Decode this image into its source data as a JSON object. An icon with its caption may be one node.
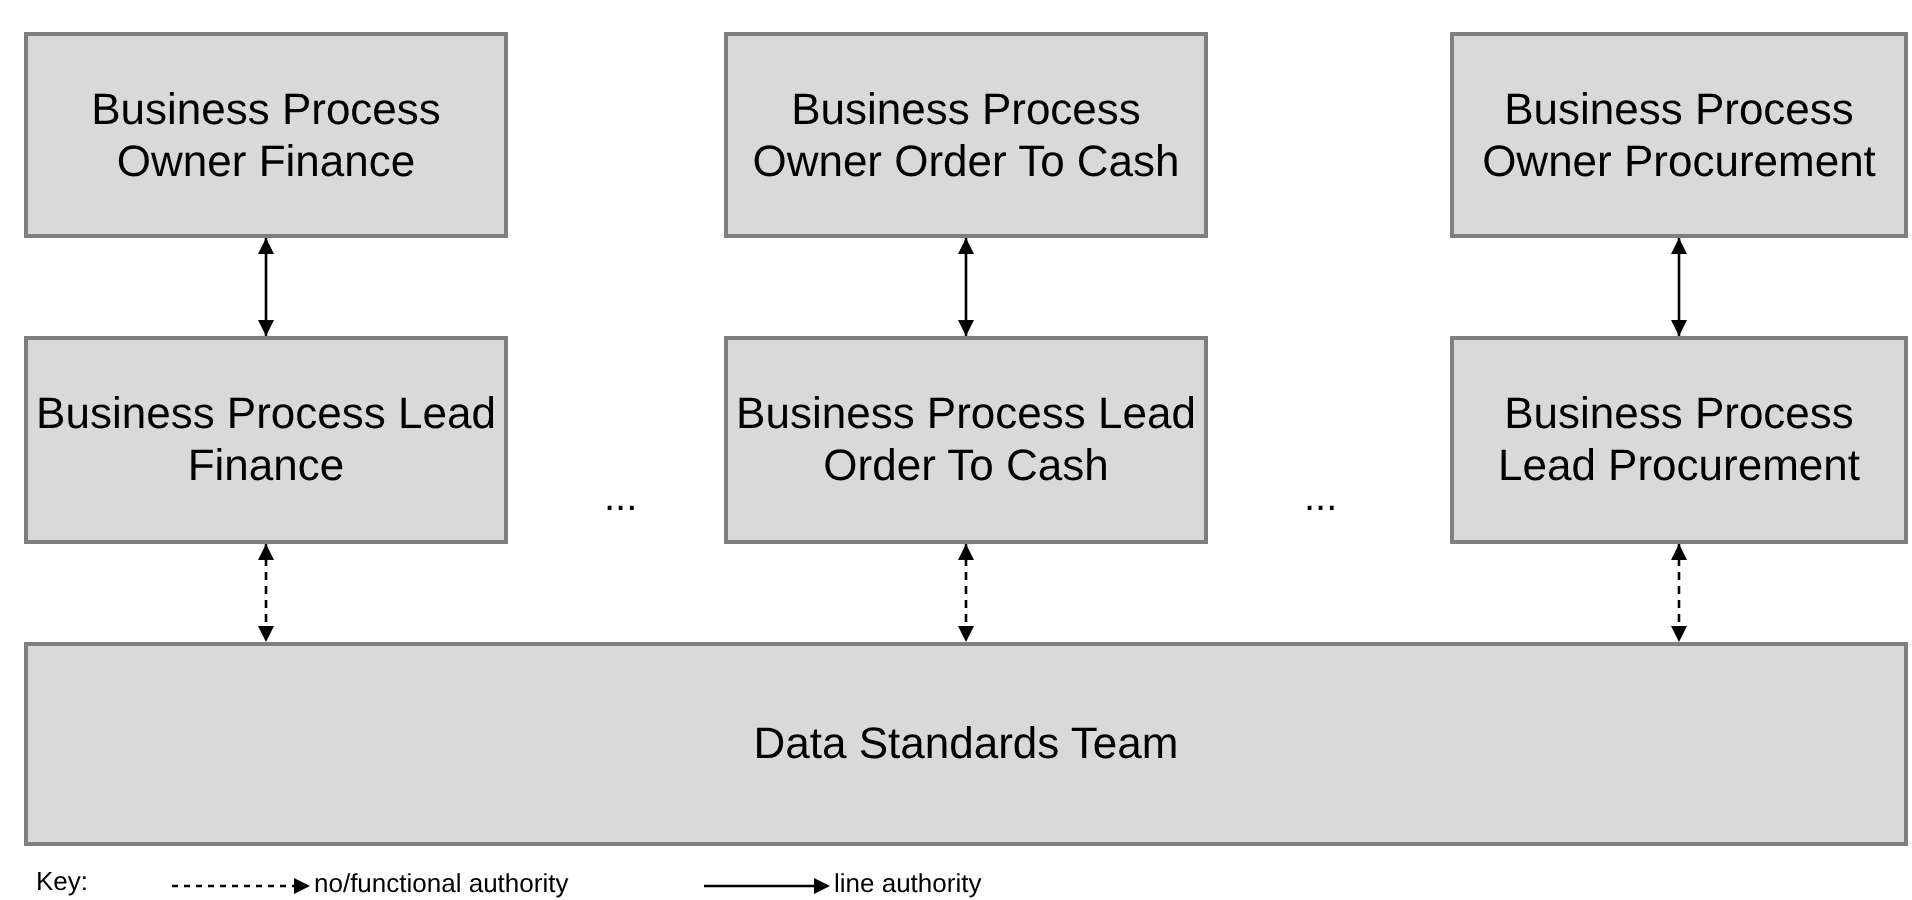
{
  "diagram": {
    "nodes": [
      {
        "text": [
          "Business Process Owner Finance"
        ]
      },
      {
        "text": [
          "Business Process Owner Order To Cash"
        ]
      },
      {
        "text": [
          "Business Process Owner Procurement"
        ]
      },
      {
        "text": [
          "Business Process Lead Finance"
        ]
      },
      {
        "text": [
          "Business Process Lead Order To Cash"
        ]
      },
      {
        "text": [
          "Business Process Lead Procurement"
        ]
      },
      {
        "text": [
          "Data Standards Team"
        ]
      }
    ],
    "edges": [
      {
        "from": 0,
        "to": 3,
        "arrow": "both"
      },
      {
        "from": 1,
        "to": 4,
        "arrow": "both"
      },
      {
        "from": 2,
        "to": 5,
        "arrow": "both"
      },
      {
        "from": 3,
        "to": 6,
        "arrow": "both",
        "style": "dashed"
      },
      {
        "from": 4,
        "to": 6,
        "arrow": "both",
        "style": "dashed"
      },
      {
        "from": 5,
        "to": 6,
        "arrow": "both",
        "style": "dashed"
      }
    ],
    "labels": [
      "...",
      "...",
      "Key:"
    ],
    "legend": [
      {
        "text": "no/functional authority"
      },
      {
        "text": "line authority"
      }
    ]
  }
}
